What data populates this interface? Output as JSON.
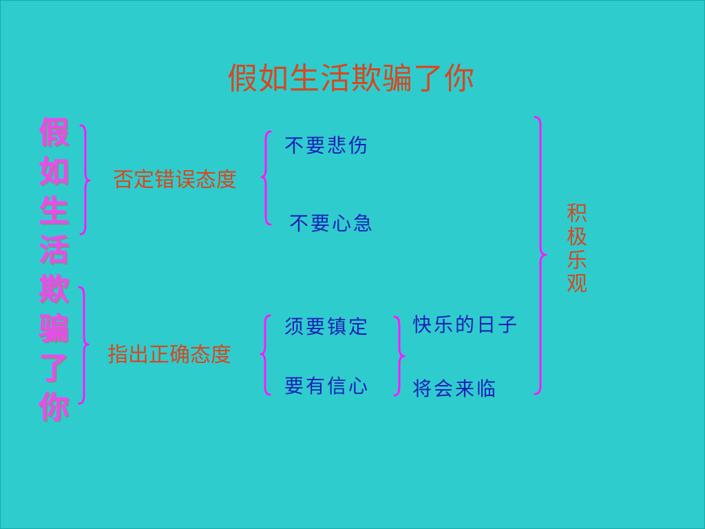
{
  "title": "假如生活欺骗了你",
  "left_label": [
    "假",
    "如",
    "生",
    "活",
    "欺",
    "骗",
    "了",
    "你"
  ],
  "branch_1": {
    "label": "否定错误态度",
    "items": [
      "不要悲伤",
      "不要心急"
    ]
  },
  "branch_2": {
    "label": "指出正确态度",
    "items": [
      "须要镇定",
      "要有信心"
    ],
    "consequence": [
      "快乐的日子",
      "将会来临"
    ]
  },
  "result": [
    "积",
    "极",
    "乐",
    "观"
  ],
  "colors": {
    "background": "#2fcccd",
    "title": "#d7471f",
    "vertical_title": "#ee49ee",
    "items": "#1a1fb8",
    "brace": "#ff19ff"
  }
}
